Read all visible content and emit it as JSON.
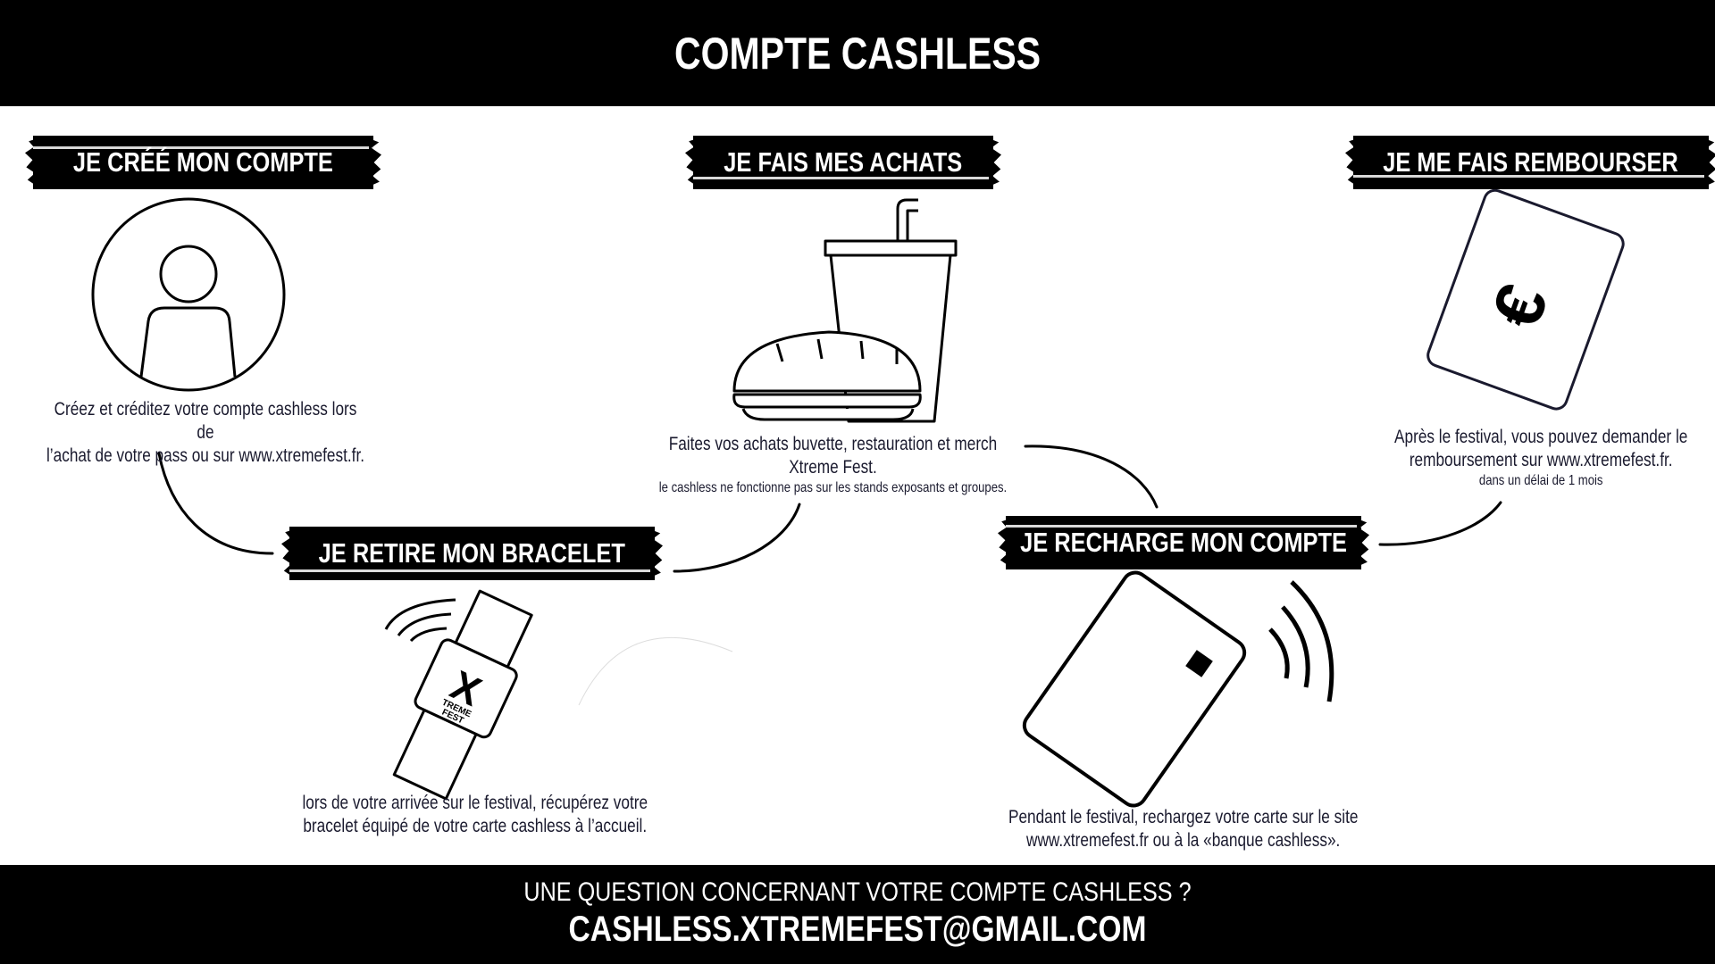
{
  "header": {
    "title": "COMPTE CASHLESS"
  },
  "steps": [
    {
      "label": "JE CRÉÉ MON COMPTE",
      "text": [
        "Créez et créditez votre compte cashless lors de",
        "l’achat de votre pass  ou sur www.xtremefest.fr."
      ],
      "icon": "user-circle-icon"
    },
    {
      "label": "JE RETIRE MON BRACELET",
      "text": [
        "lors de votre arrivée sur le festival, récupérez votre",
        "bracelet équipé de votre carte cashless à l’accueil."
      ],
      "icon": "wristband-icon",
      "bracelet_logo": [
        "X",
        "TREME",
        "FEST"
      ]
    },
    {
      "label": "JE FAIS MES ACHATS",
      "text": [
        "Faites vos achats buvette, restauration et merch",
        "Xtreme Fest."
      ],
      "note": "le cashless ne fonctionne pas sur les stands exposants et groupes.",
      "icon": "drink-and-sandwich-icon"
    },
    {
      "label": "JE RECHARGE MON COMPTE",
      "text": [
        "Pendant  le  festival,  rechargez  votre  carte  sur  le  site",
        "www.xtremefest.fr ou à la «banque cashless»."
      ],
      "icon": "contactless-card-icon"
    },
    {
      "label": "JE ME FAIS REMBOURSER",
      "text": [
        "Après le festival, vous pouvez demander le",
        "remboursement sur www.xtremefest.fr."
      ],
      "note": "dans un délai de 1 mois",
      "icon": "euro-card-icon",
      "symbol": "€"
    }
  ],
  "footer": {
    "question": "UNE QUESTION CONCERNANT VOTRE COMPTE CASHLESS ?",
    "email": "CASHLESS.XTREMEFEST@GMAIL.COM"
  },
  "colors": {
    "bar": "#000000",
    "text": "#1a1a2e",
    "background": "#ffffff"
  }
}
